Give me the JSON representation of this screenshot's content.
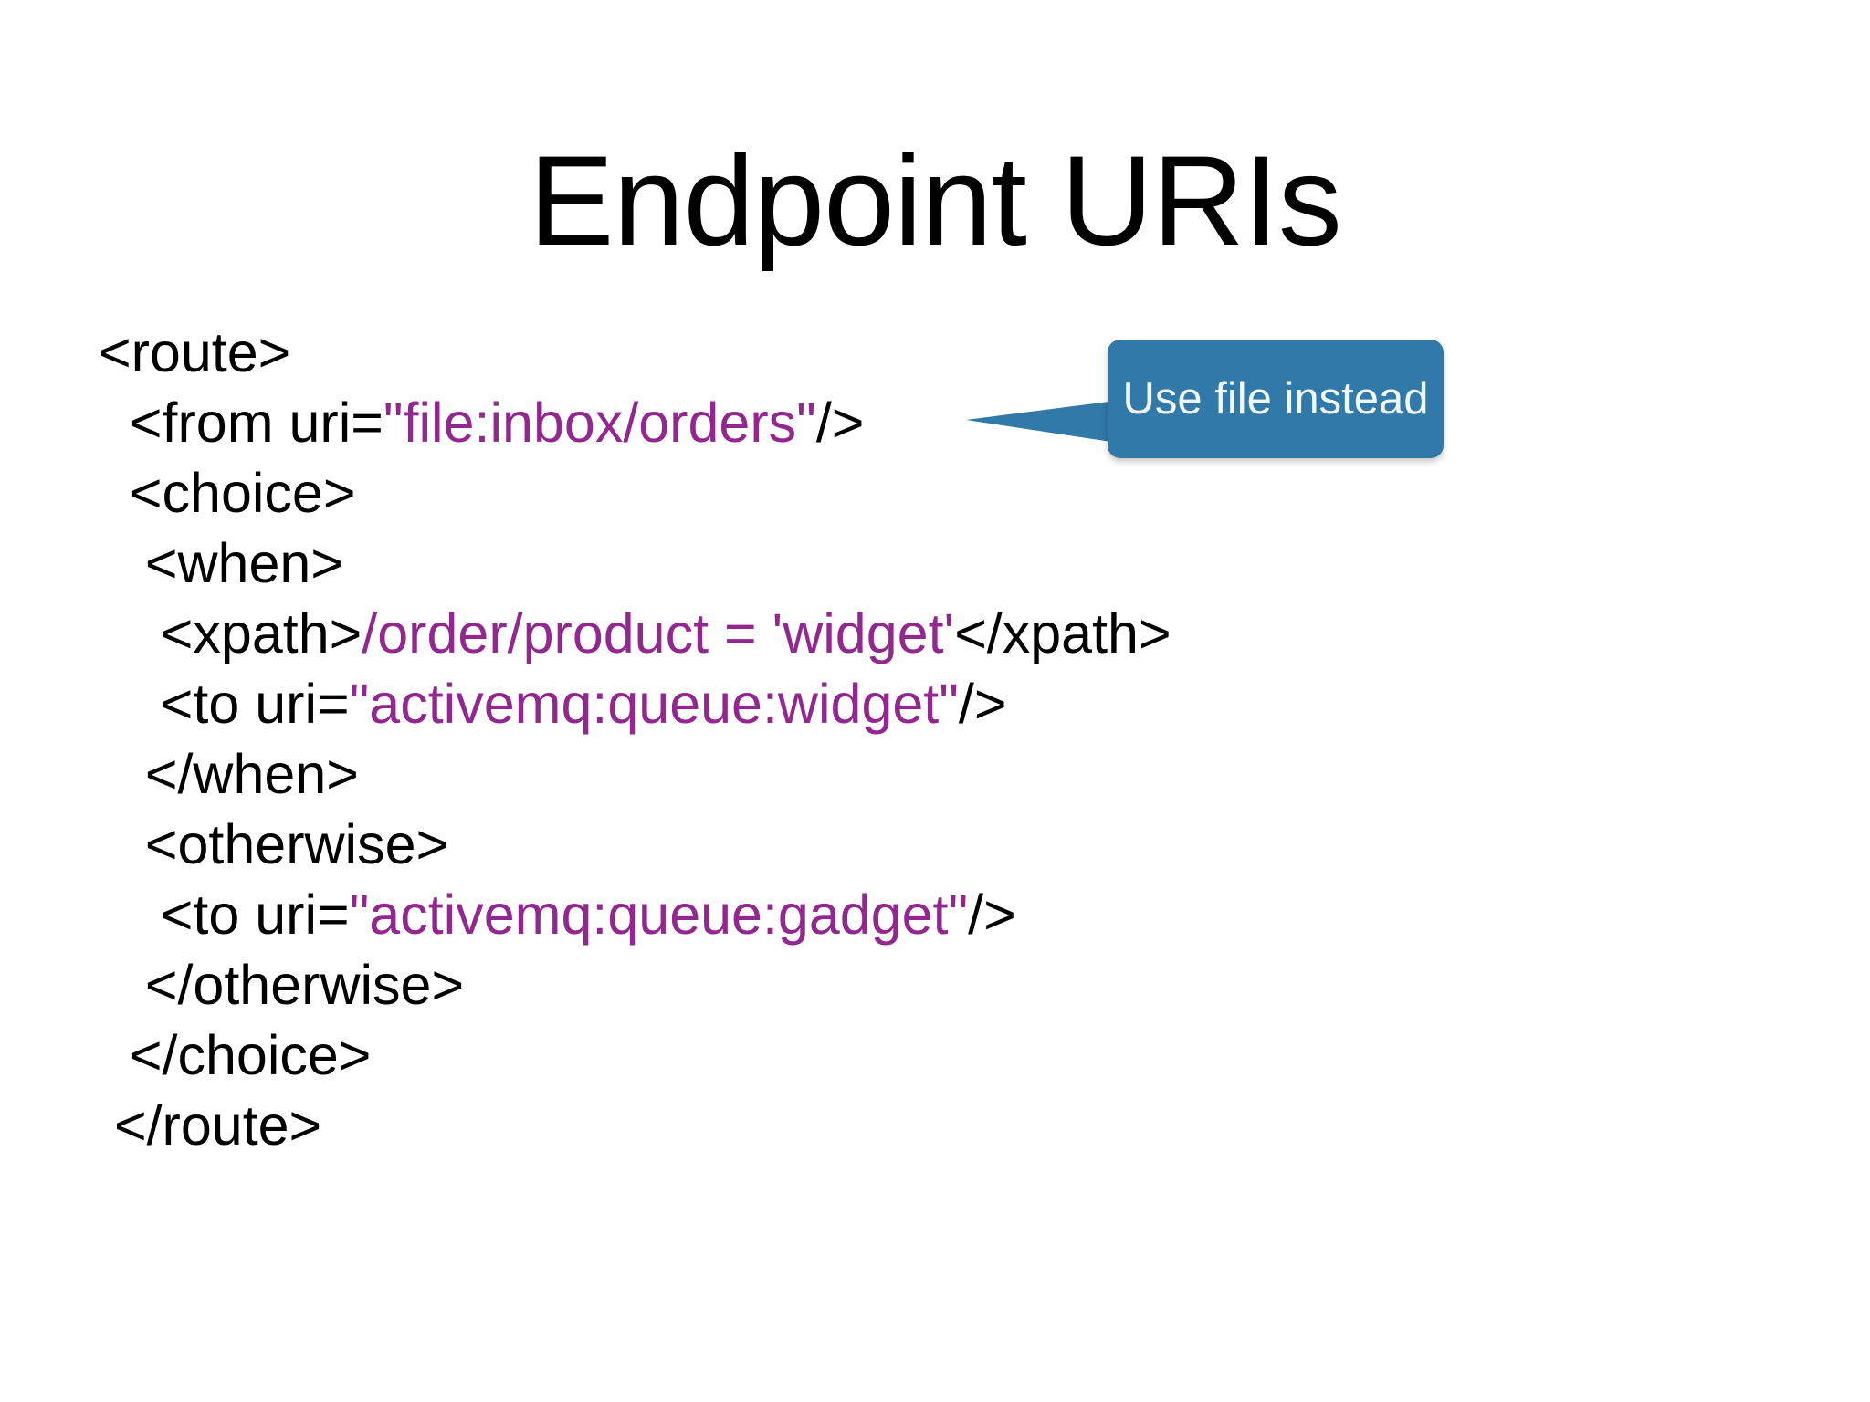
{
  "slide": {
    "title": "Endpoint URIs",
    "background_color": "#ffffff"
  },
  "colors": {
    "tag": "#000000",
    "uri_value": "#92278F",
    "callout_background": "#3179A8",
    "callout_text": "#f2f7fb"
  },
  "code": {
    "language": "xml",
    "lines": [
      {
        "indent": "",
        "parts": [
          {
            "text": "<route>",
            "kind": "tag"
          }
        ]
      },
      {
        "indent": "  ",
        "parts": [
          {
            "text": "<from uri=",
            "kind": "tag"
          },
          {
            "text": "\"file:inbox/orders\"",
            "kind": "uri"
          },
          {
            "text": "/>",
            "kind": "tag"
          }
        ]
      },
      {
        "indent": "  ",
        "parts": [
          {
            "text": "<choice>",
            "kind": "tag"
          }
        ]
      },
      {
        "indent": "   ",
        "parts": [
          {
            "text": "<when>",
            "kind": "tag"
          }
        ]
      },
      {
        "indent": "    ",
        "parts": [
          {
            "text": "<xpath>",
            "kind": "tag"
          },
          {
            "text": "/order/product = 'widget'",
            "kind": "uri"
          },
          {
            "text": "</xpath>",
            "kind": "tag"
          }
        ]
      },
      {
        "indent": "    ",
        "parts": [
          {
            "text": "<to uri=",
            "kind": "tag"
          },
          {
            "text": "\"activemq:queue:widget\"",
            "kind": "uri"
          },
          {
            "text": "/>",
            "kind": "tag"
          }
        ]
      },
      {
        "indent": "   ",
        "parts": [
          {
            "text": "</when>",
            "kind": "tag"
          }
        ]
      },
      {
        "indent": "   ",
        "parts": [
          {
            "text": "<otherwise>",
            "kind": "tag"
          }
        ]
      },
      {
        "indent": "    ",
        "parts": [
          {
            "text": "<to uri=",
            "kind": "tag"
          },
          {
            "text": "\"activemq:queue:gadget\"",
            "kind": "uri"
          },
          {
            "text": "/>",
            "kind": "tag"
          }
        ]
      },
      {
        "indent": "   ",
        "parts": [
          {
            "text": "</otherwise>",
            "kind": "tag"
          }
        ]
      },
      {
        "indent": "  ",
        "parts": [
          {
            "text": "</choice>",
            "kind": "tag"
          }
        ]
      },
      {
        "indent": " ",
        "parts": [
          {
            "text": "</route>",
            "kind": "tag"
          }
        ]
      }
    ]
  },
  "callout": {
    "text": "Use file instead",
    "points_at_line": 1,
    "direction": "left"
  }
}
